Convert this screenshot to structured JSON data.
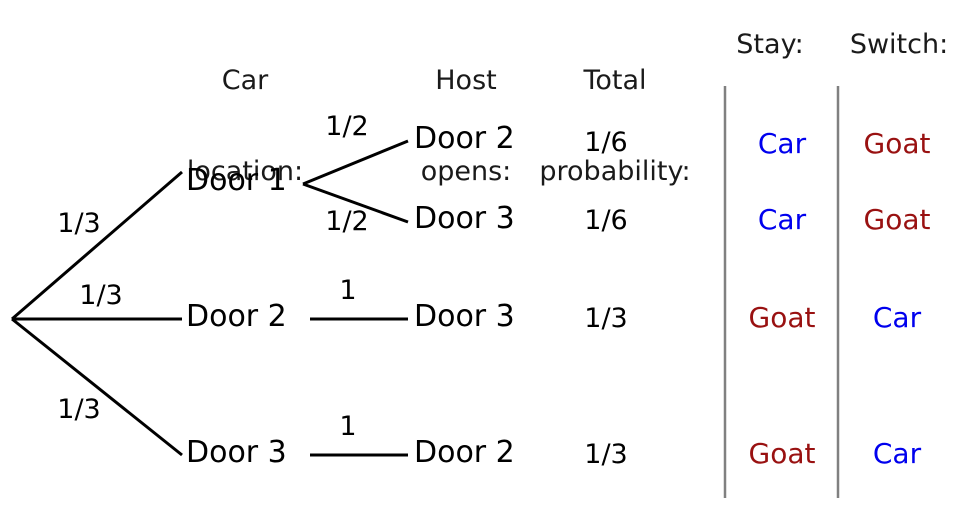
{
  "headers": {
    "car_location": {
      "line1": "Car",
      "line2": "location:"
    },
    "host_opens": {
      "line1": "Host",
      "line2": "opens:"
    },
    "total_probability": {
      "line1": "Total",
      "line2": "probability:"
    },
    "stay": "Stay:",
    "switch": "Switch:"
  },
  "colors": {
    "car": "#0000ee",
    "goat": "#991111",
    "line": "#000000",
    "divider": "#808080",
    "text": "#000000"
  },
  "branches": {
    "root_to_door1": "1/3",
    "root_to_door2": "1/3",
    "root_to_door3": "1/3",
    "door1_to_door2": "1/2",
    "door1_to_door3": "1/2",
    "door2_to_door3": "1",
    "door3_to_door2": "1"
  },
  "nodes": {
    "car_door1": "Door 1",
    "car_door2": "Door 2",
    "car_door3": "Door 3",
    "host_row1": "Door 2",
    "host_row2": "Door 3",
    "host_row3": "Door 3",
    "host_row4": "Door 2"
  },
  "rows": [
    {
      "car_location": "Door 1",
      "first_branch_prob": "1/3",
      "second_branch_prob": "1/2",
      "host_opens": "Door 2",
      "total_probability": "1/6",
      "stay": "Car",
      "switch": "Goat",
      "stay_kind": "car",
      "switch_kind": "goat"
    },
    {
      "car_location": "Door 1",
      "first_branch_prob": "1/3",
      "second_branch_prob": "1/2",
      "host_opens": "Door 3",
      "total_probability": "1/6",
      "stay": "Car",
      "switch": "Goat",
      "stay_kind": "car",
      "switch_kind": "goat"
    },
    {
      "car_location": "Door 2",
      "first_branch_prob": "1/3",
      "second_branch_prob": "1",
      "host_opens": "Door 3",
      "total_probability": "1/3",
      "stay": "Goat",
      "switch": "Car",
      "stay_kind": "goat",
      "switch_kind": "car"
    },
    {
      "car_location": "Door 3",
      "first_branch_prob": "1/3",
      "second_branch_prob": "1",
      "host_opens": "Door 2",
      "total_probability": "1/3",
      "stay": "Goat",
      "switch": "Car",
      "stay_kind": "goat",
      "switch_kind": "car"
    }
  ],
  "totals": {
    "row1": "1/6",
    "row2": "1/6",
    "row3": "1/3",
    "row4": "1/3"
  },
  "outcomes": {
    "row1_stay": "Car",
    "row1_switch": "Goat",
    "row2_stay": "Car",
    "row2_switch": "Goat",
    "row3_stay": "Goat",
    "row3_switch": "Car",
    "row4_stay": "Goat",
    "row4_switch": "Car"
  }
}
